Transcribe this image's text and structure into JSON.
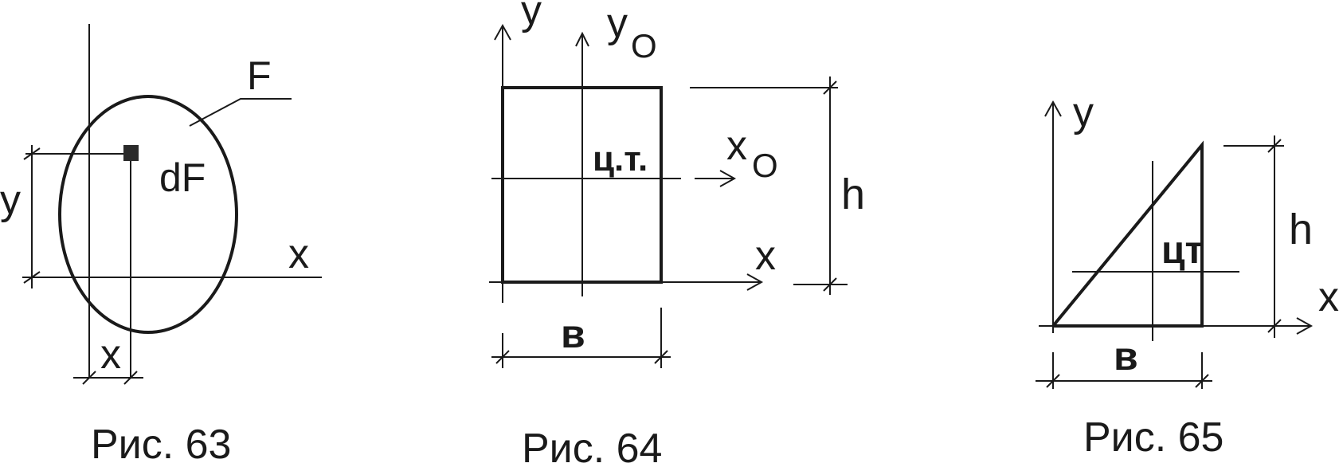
{
  "fig63": {
    "caption": "Рис. 63",
    "label_F": "F",
    "label_dF": "dF",
    "label_y": "y",
    "label_x_axis": "x",
    "label_x_dim": "x"
  },
  "fig64": {
    "caption": "Рис. 64",
    "label_y": "y",
    "label_y0_main": "y",
    "label_y0_sub": "O",
    "label_x0_main": "x",
    "label_x0_sub": "O",
    "label_x": "x",
    "label_h": "h",
    "label_b": "в",
    "label_centroid": "ц.т."
  },
  "fig65": {
    "caption": "Рис. 65",
    "label_y": "y",
    "label_x": "x",
    "label_h": "h",
    "label_b": "в",
    "label_centroid": "цт"
  }
}
